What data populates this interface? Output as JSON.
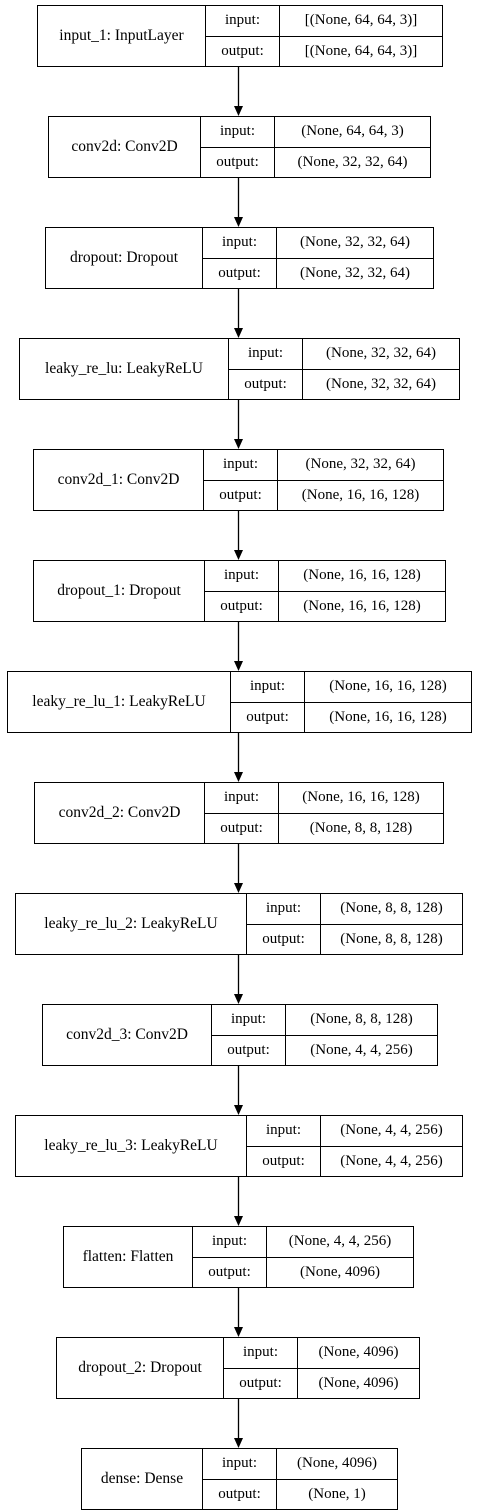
{
  "nodes": [
    {
      "name": "input_1: InputLayer",
      "input_label": "input:",
      "output_label": "output:",
      "input": "[(None, 64, 64, 3)]",
      "output": "[(None, 64, 64, 3)]"
    },
    {
      "name": "conv2d: Conv2D",
      "input_label": "input:",
      "output_label": "output:",
      "input": "(None, 64, 64, 3)",
      "output": "(None, 32, 32, 64)"
    },
    {
      "name": "dropout: Dropout",
      "input_label": "input:",
      "output_label": "output:",
      "input": "(None, 32, 32, 64)",
      "output": "(None, 32, 32, 64)"
    },
    {
      "name": "leaky_re_lu: LeakyReLU",
      "input_label": "input:",
      "output_label": "output:",
      "input": "(None, 32, 32, 64)",
      "output": "(None, 32, 32, 64)"
    },
    {
      "name": "conv2d_1: Conv2D",
      "input_label": "input:",
      "output_label": "output:",
      "input": "(None, 32, 32, 64)",
      "output": "(None, 16, 16, 128)"
    },
    {
      "name": "dropout_1: Dropout",
      "input_label": "input:",
      "output_label": "output:",
      "input": "(None, 16, 16, 128)",
      "output": "(None, 16, 16, 128)"
    },
    {
      "name": "leaky_re_lu_1: LeakyReLU",
      "input_label": "input:",
      "output_label": "output:",
      "input": "(None, 16, 16, 128)",
      "output": "(None, 16, 16, 128)"
    },
    {
      "name": "conv2d_2: Conv2D",
      "input_label": "input:",
      "output_label": "output:",
      "input": "(None, 16, 16, 128)",
      "output": "(None, 8, 8, 128)"
    },
    {
      "name": "leaky_re_lu_2: LeakyReLU",
      "input_label": "input:",
      "output_label": "output:",
      "input": "(None, 8, 8, 128)",
      "output": "(None, 8, 8, 128)"
    },
    {
      "name": "conv2d_3: Conv2D",
      "input_label": "input:",
      "output_label": "output:",
      "input": "(None, 8, 8, 128)",
      "output": "(None, 4, 4, 256)"
    },
    {
      "name": "leaky_re_lu_3: LeakyReLU",
      "input_label": "input:",
      "output_label": "output:",
      "input": "(None, 4, 4, 256)",
      "output": "(None, 4, 4, 256)"
    },
    {
      "name": "flatten: Flatten",
      "input_label": "input:",
      "output_label": "output:",
      "input": "(None, 4, 4, 256)",
      "output": "(None, 4096)"
    },
    {
      "name": "dropout_2: Dropout",
      "input_label": "input:",
      "output_label": "output:",
      "input": "(None, 4096)",
      "output": "(None, 4096)"
    },
    {
      "name": "dense: Dense",
      "input_label": "input:",
      "output_label": "output:",
      "input": "(None, 4096)",
      "output": "(None, 1)"
    }
  ],
  "edges": [
    [
      0,
      1
    ],
    [
      1,
      2
    ],
    [
      2,
      3
    ],
    [
      3,
      4
    ],
    [
      4,
      5
    ],
    [
      5,
      6
    ],
    [
      6,
      7
    ],
    [
      7,
      8
    ],
    [
      8,
      9
    ],
    [
      9,
      10
    ],
    [
      10,
      11
    ],
    [
      11,
      12
    ],
    [
      12,
      13
    ]
  ]
}
